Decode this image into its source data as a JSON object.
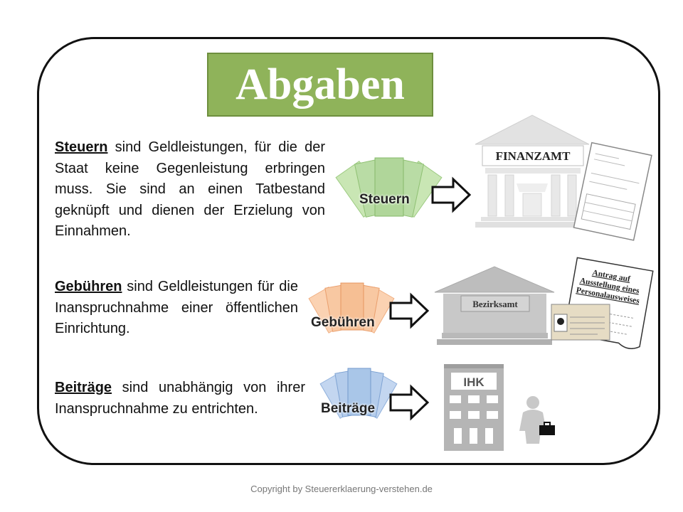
{
  "title": "Abgaben",
  "sections": [
    {
      "term": "Steuern",
      "text": " sind Geldleistungen, für die der Staat keine Gegenleistung erbringen muss. Sie sind an einen Tatbestand geknüpft und dienen der Erzielung von Einnahmen.",
      "money_label": "Steuern",
      "building_label": "FINANZAMT",
      "money_color": "#b9dca5"
    },
    {
      "term": "Gebühren",
      "text": " sind Geldleistungen für die Inanspruchnahme einer öffentlichen Einrichtung.",
      "money_label": "Gebühren",
      "building_label": "Bezirksamt",
      "document_label": "Antrag auf Ausstellung eines Personalausweises",
      "money_color": "#f7c39a"
    },
    {
      "term": "Beiträge",
      "text": " sind unabhängig von ihrer Inanspruchnahme zu entrichten.",
      "money_label": "Beiträge",
      "building_label": "IHK",
      "money_color": "#a9c6e8"
    }
  ],
  "copyright": "Copyright by Steuererklaerung-verstehen.de"
}
